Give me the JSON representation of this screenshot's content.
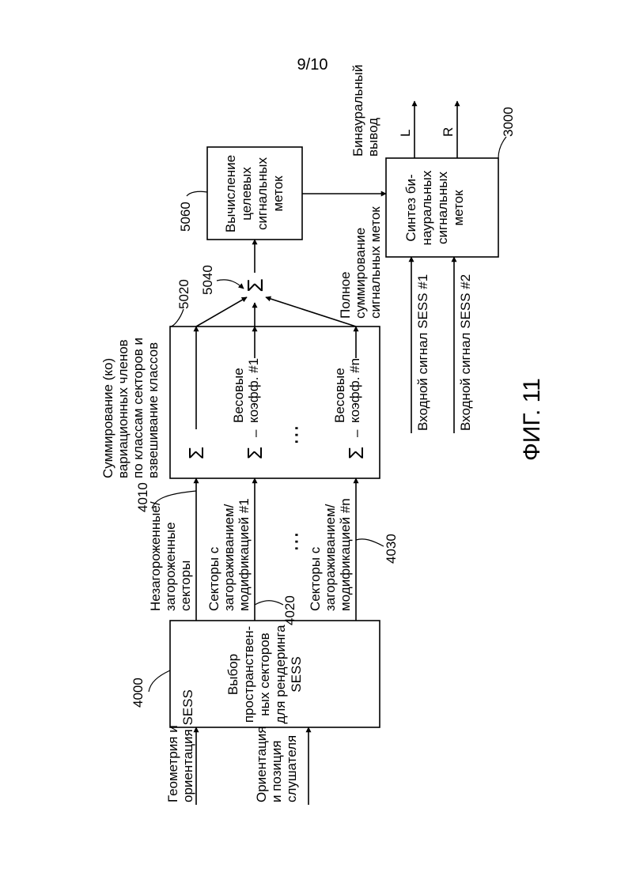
{
  "page_number": "9/10",
  "figure_label": "ФИГ. 11",
  "blocks": {
    "b4000": {
      "ref": "4000",
      "lines": [
        "Выбор",
        "пространствен-",
        "ных секторов",
        "для рендеринга",
        "SESS"
      ]
    },
    "b5020": {
      "ref": "5020",
      "title_lines": [
        "Суммирование (ко)",
        "вариационных членов",
        "по классам секторов и",
        "взвешивание классов"
      ],
      "sigma": "Σ",
      "dots": "⋯"
    },
    "b5060": {
      "ref": "5060",
      "lines": [
        "Вычисление",
        "целевых",
        "сигнальных",
        "меток"
      ]
    },
    "b3000": {
      "ref": "3000",
      "lines": [
        "Синтез би-",
        "науральных",
        "сигнальных",
        "меток"
      ]
    }
  },
  "inputs": {
    "geometry": [
      "Геометрия и",
      "ориентация SESS"
    ],
    "listener": [
      "Ориентация",
      "и позиция",
      "слушателя"
    ],
    "sess1": "Входной сигнал SESS #1",
    "sess2": "Входной сигнал SESS #2"
  },
  "sectors": {
    "s4010": {
      "ref": "4010",
      "lines": [
        "Незагороженные/",
        "загороженные",
        "секторы"
      ]
    },
    "s4020": {
      "ref": "4020",
      "lines": [
        "Секторы с",
        "загораживанием/",
        "модификацией #1"
      ]
    },
    "s4030": {
      "ref": "4030",
      "lines": [
        "Секторы с",
        "загораживанием/",
        "модификацией #n"
      ]
    },
    "dots": "⋯"
  },
  "weights": {
    "w1": [
      "Весовые",
      "коэфф. #1"
    ],
    "wn": [
      "Весовые",
      "коэфф. #n"
    ],
    "dash": "–"
  },
  "summation": {
    "ref": "5040",
    "sigma": "Σ",
    "label": [
      "Полное",
      "суммирование",
      "сигнальных меток"
    ]
  },
  "outputs": {
    "label": [
      "Бинауральный",
      "вывод"
    ],
    "L": "L",
    "R": "R"
  }
}
